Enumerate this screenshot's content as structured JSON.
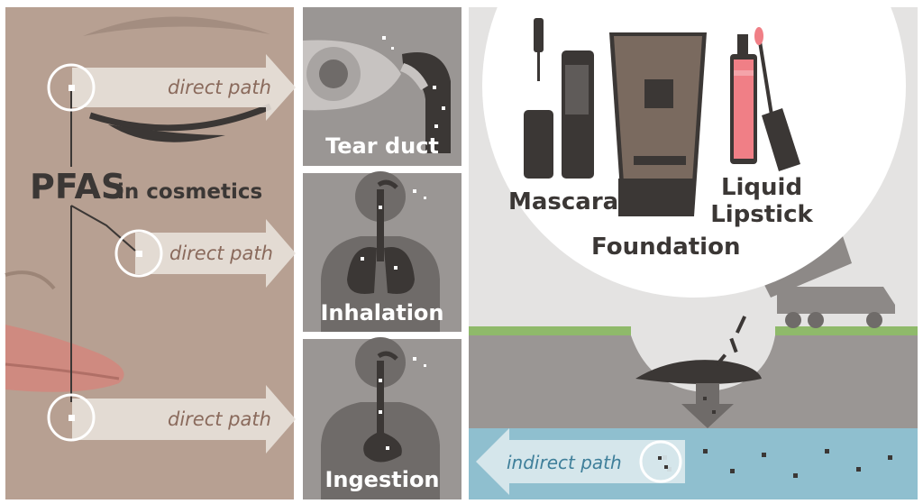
{
  "title": {
    "main": "PFAS",
    "sub": "in cosmetics"
  },
  "direct_paths": {
    "eye": "direct path",
    "nose": "direct path",
    "mouth": "direct path"
  },
  "exposure_routes": {
    "tear_duct": "Tear duct",
    "inhalation": "Inhalation",
    "ingestion": "Ingestion"
  },
  "products": {
    "mascara": "Mascara",
    "foundation": "Foundation",
    "lipstick_line1": "Liquid",
    "lipstick_line2": "Lipstick"
  },
  "indirect_path": "indirect path",
  "colors": {
    "skin": "#b7a092",
    "panel_gray": "#9a9694",
    "dark": "#3b3735",
    "lip": "#cf8a80",
    "lipstick": "#f07f86",
    "grass": "#8fba6a",
    "water": "#8fbfcf",
    "foundation_tube": "#7a6a5f"
  }
}
